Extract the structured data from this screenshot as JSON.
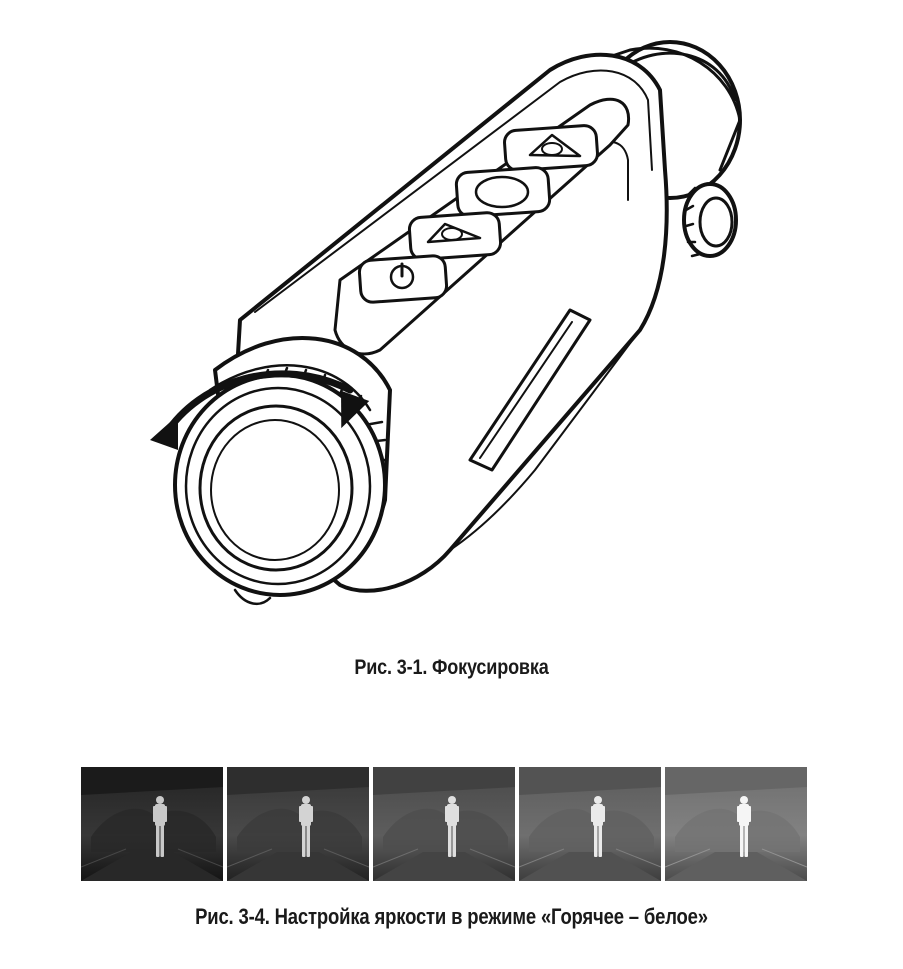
{
  "figures": {
    "focus": {
      "caption": "Рис. 3-1. Фокусировка"
    },
    "brightness": {
      "caption": "Рис. 3-4. Настройка яркости в режиме «Горячее – белое»",
      "levels": [
        0.0,
        0.25,
        0.5,
        0.75,
        1.0
      ]
    }
  },
  "icons": {
    "device": "thermal-monocular-icon",
    "rotation": "rotation-arrow-icon",
    "buttons": [
      "menu-button-icon",
      "capture-button-icon",
      "palette-button-icon",
      "power-button-icon"
    ]
  }
}
